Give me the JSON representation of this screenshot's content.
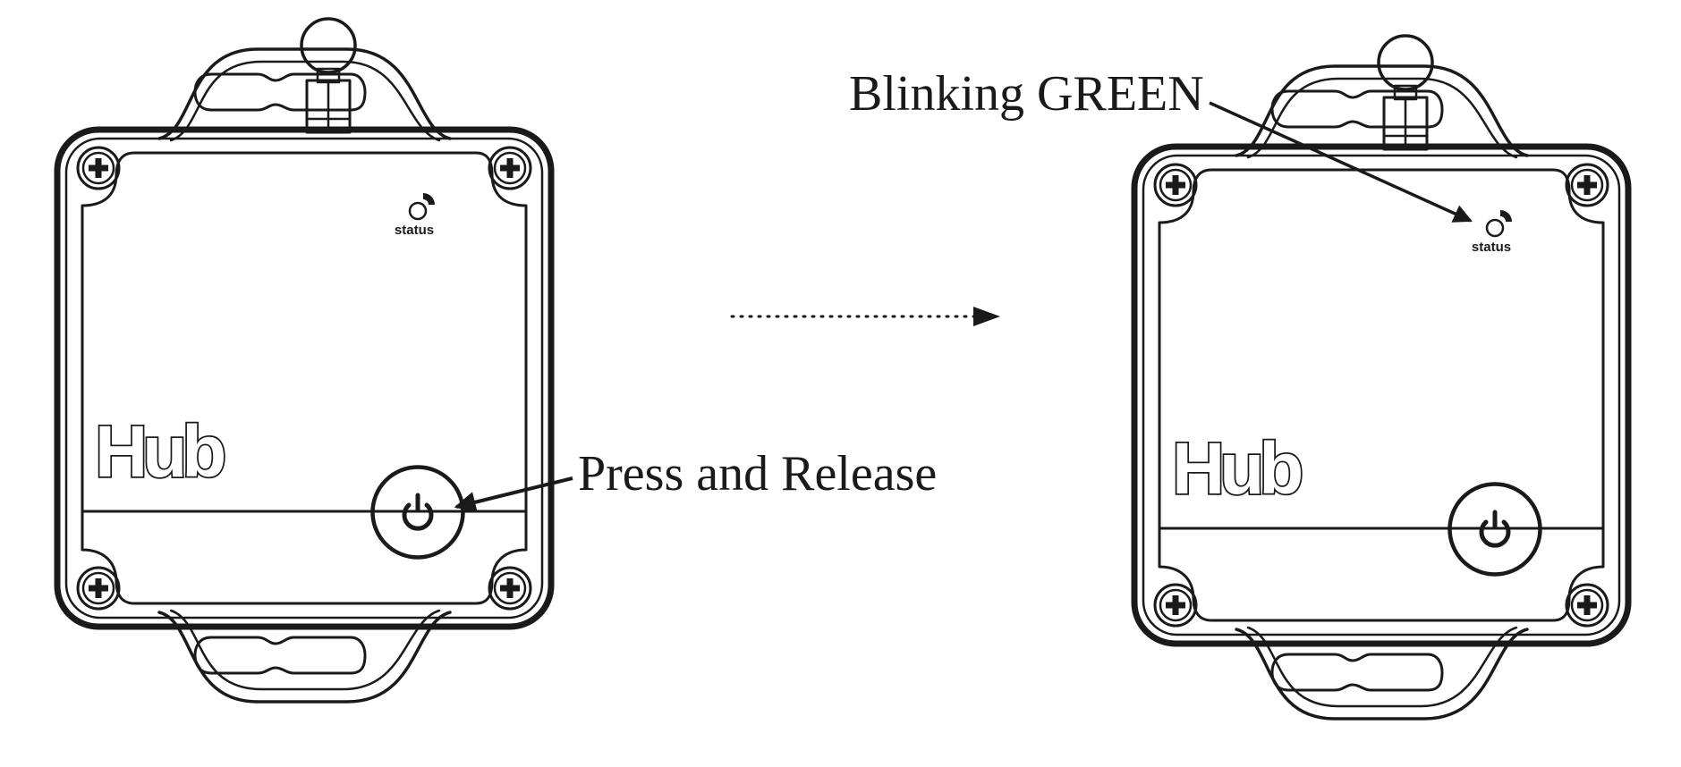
{
  "labels": {
    "press_release": "Press and Release",
    "blinking": "Blinking GREEN"
  },
  "devices": [
    {
      "id": "hub-before",
      "brand": "Hub",
      "status_label": "status"
    },
    {
      "id": "hub-after",
      "brand": "Hub",
      "status_label": "status"
    }
  ],
  "colors": {
    "ink": "#1a1a1a",
    "background": "#ffffff"
  },
  "icons": [
    "power-icon",
    "screw-icon",
    "wireless-status-icon",
    "antenna-icon",
    "dotted-arrow-icon"
  ]
}
